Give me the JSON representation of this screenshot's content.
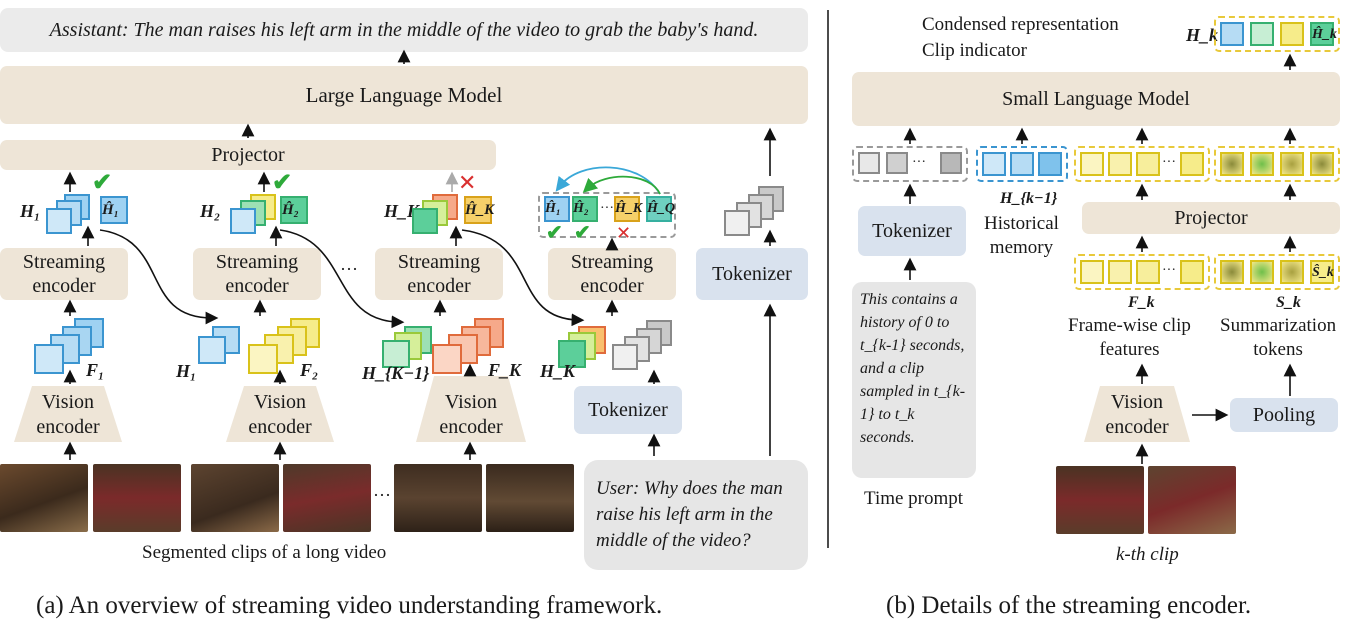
{
  "assistant_text": "Assistant: The man raises his left arm in the middle of the video to grab the baby's hand.",
  "llm_label": "Large Language Model",
  "projector_label": "Projector",
  "streaming_encoder_label": "Streaming\nencoder",
  "vision_encoder_label": "Vision\nencoder",
  "tokenizer_label": "Tokenizer",
  "ellipsis": "···",
  "segmented_caption": "Segmented clips of a long video",
  "user_text": "User: Why does the man raise his left arm in the middle of the video?",
  "caption_a": "(a) An overview of streaming video understanding framework.",
  "caption_b": "(b) Details of the streaming encoder.",
  "b": {
    "condensed_line1": "Condensed representation",
    "condensed_line2": "Clip indicator",
    "slm_label": "Small Language Model",
    "tokenizer_label": "Tokenizer",
    "projector_label": "Projector",
    "historical_memory": "Historical\nmemory",
    "time_prompt_text": "This contains a history of 0 to t_{k-1} seconds, and a clip sampled in t_{k-1} to t_k seconds.",
    "time_prompt_label": "Time prompt",
    "frame_wise_label": "Frame-wise clip\nfeatures",
    "summarization_label": "Summarization\ntokens",
    "vision_encoder_label": "Vision\nencoder",
    "pooling_label": "Pooling",
    "kth_clip": "k-th clip"
  },
  "math": {
    "H1": "H₁",
    "H2": "H₂",
    "HK": "H_K",
    "HK1": "H_{K−1}",
    "F1": "F₁",
    "F2": "F₂",
    "FK": "F_K",
    "Hk": "H_k",
    "Hk1": "H_{k−1}",
    "Fk": "F_k",
    "Sk": "S_k",
    "Hhat_k": "Ĥ_k",
    "Shat_k": "Ŝ_k",
    "Hhat1": "Ĥ₁",
    "Hhat2": "Ĥ₂",
    "HhatK": "Ĥ_K",
    "HhatQ": "Ĥ_Q"
  },
  "colors": {
    "blue": "#5aa9dc",
    "green": "#48b88a",
    "yellow": "#f2e14a",
    "orange": "#ee8a5a",
    "gray": "#9a9a9a",
    "tan": "#eee5d7",
    "lightblue": "#d9e2ee",
    "check": "#2eaa3a",
    "cross": "#d93030"
  },
  "icons": [
    "check-icon",
    "cross-icon",
    "up-arrow-icon"
  ]
}
